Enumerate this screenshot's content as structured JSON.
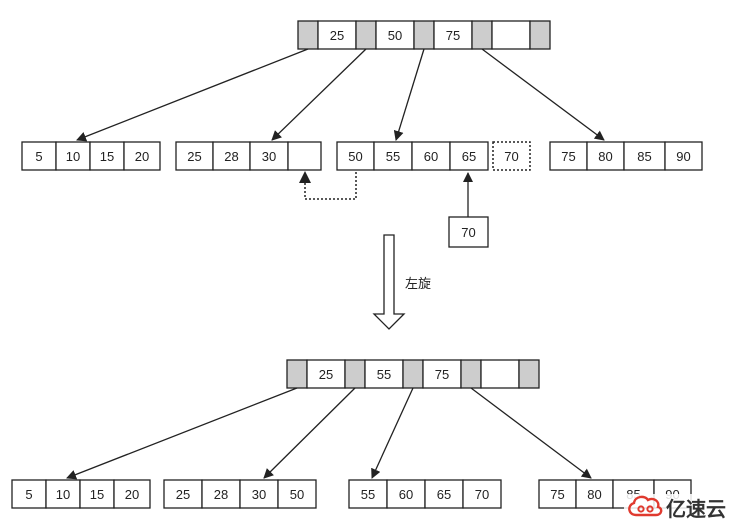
{
  "before": {
    "root": [
      "25",
      "50",
      "75",
      ""
    ],
    "leaves": [
      [
        "5",
        "10",
        "15",
        "20"
      ],
      [
        "25",
        "28",
        "30",
        ""
      ],
      [
        "50",
        "55",
        "60",
        "65"
      ],
      [
        "75",
        "80",
        "85",
        "90"
      ]
    ],
    "overflow_slot": "70",
    "inserted_key": "70"
  },
  "operation_label": "左旋",
  "after": {
    "root": [
      "25",
      "55",
      "75",
      ""
    ],
    "leaves": [
      [
        "5",
        "10",
        "15",
        "20"
      ],
      [
        "25",
        "28",
        "30",
        "50"
      ],
      [
        "55",
        "60",
        "65",
        "70"
      ],
      [
        "75",
        "80",
        "85",
        "90"
      ]
    ]
  },
  "watermark": {
    "text": "亿速云",
    "logo": "yisu-cloud-logo-icon"
  },
  "colors": {
    "pointer_slot": "#cdcdcd",
    "stroke": "#222222",
    "watermark_red": "#e03a2f"
  }
}
